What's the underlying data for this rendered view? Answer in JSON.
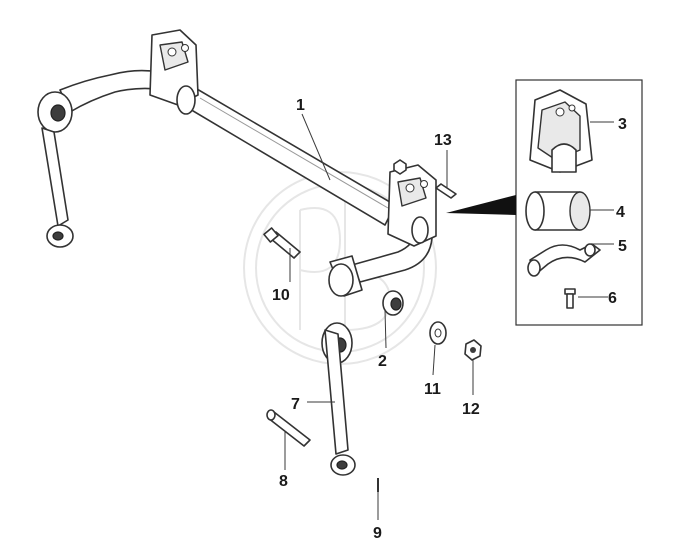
{
  "callouts": [
    {
      "id": "1",
      "label": "1"
    },
    {
      "id": "2",
      "label": "2"
    },
    {
      "id": "3",
      "label": "3"
    },
    {
      "id": "4",
      "label": "4"
    },
    {
      "id": "5",
      "label": "5"
    },
    {
      "id": "6",
      "label": "6"
    },
    {
      "id": "7",
      "label": "7"
    },
    {
      "id": "8",
      "label": "8"
    },
    {
      "id": "9",
      "label": "9"
    },
    {
      "id": "10",
      "label": "10"
    },
    {
      "id": "11",
      "label": "11"
    },
    {
      "id": "12",
      "label": "12"
    },
    {
      "id": "13",
      "label": "13"
    }
  ],
  "colors": {
    "line": "#333333",
    "fill": "#ffffff",
    "shade": "#e9e9e9",
    "watermark": "#c8c8c8"
  }
}
